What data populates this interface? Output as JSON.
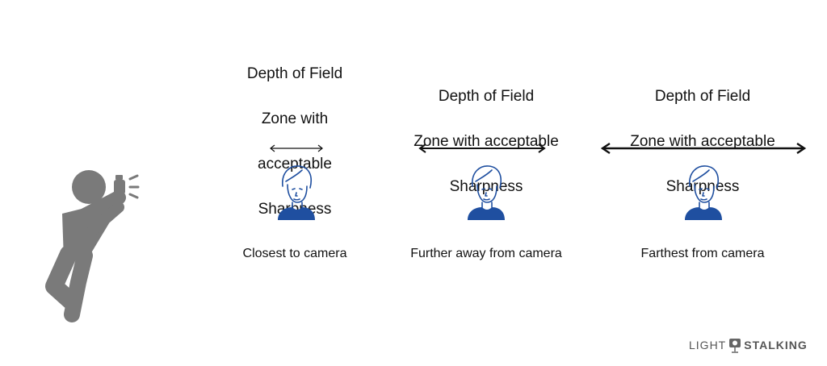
{
  "zones": [
    {
      "title_lines": [
        "Depth of Field",
        "Zone with",
        "acceptable",
        "Sharpness"
      ],
      "distance_label": "Closest to camera"
    },
    {
      "title_lines": [
        "Depth of Field",
        "Zone with acceptable",
        "Sharpness"
      ],
      "distance_label": "Further away from camera"
    },
    {
      "title_lines": [
        "Depth of Field",
        "Zone with acceptable",
        "Sharpness"
      ],
      "distance_label": "Farthest from camera"
    }
  ],
  "logo": {
    "part1": "LIGHT",
    "part2": "STALKING"
  },
  "colors": {
    "photographer": "#7a7a7a",
    "subject": "#1f4fa0",
    "text": "#111111"
  },
  "icons": [
    "photographer-icon",
    "person-bust-icon",
    "double-arrow-icon",
    "camera-logo-icon"
  ]
}
